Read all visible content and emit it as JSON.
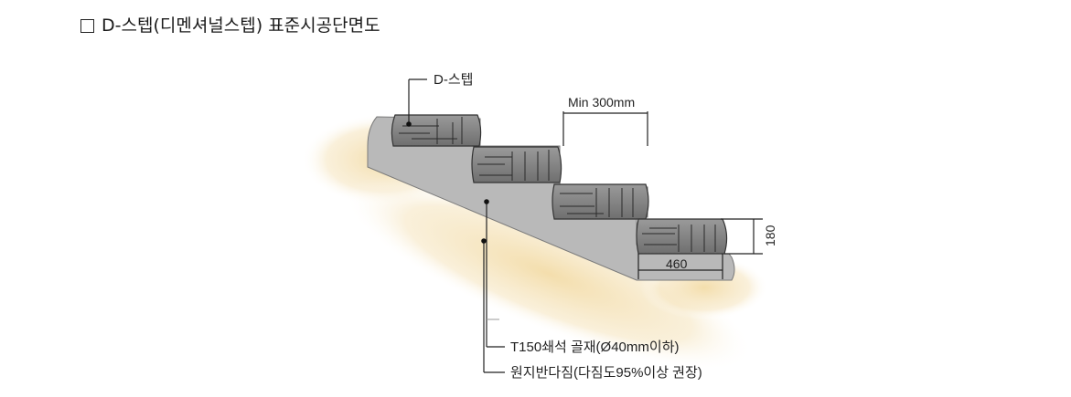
{
  "title": "D-스텝(디멘셔널스텝) 표준시공단면도",
  "labels": {
    "step_name": "D-스텝",
    "min_spacing": "Min 300mm",
    "height_dim": "180",
    "width_dim": "460",
    "base_course": "T150쇄석 골재(Ø40mm이하)",
    "subgrade": "원지반다짐(다짐도95%이상 권장)"
  }
}
